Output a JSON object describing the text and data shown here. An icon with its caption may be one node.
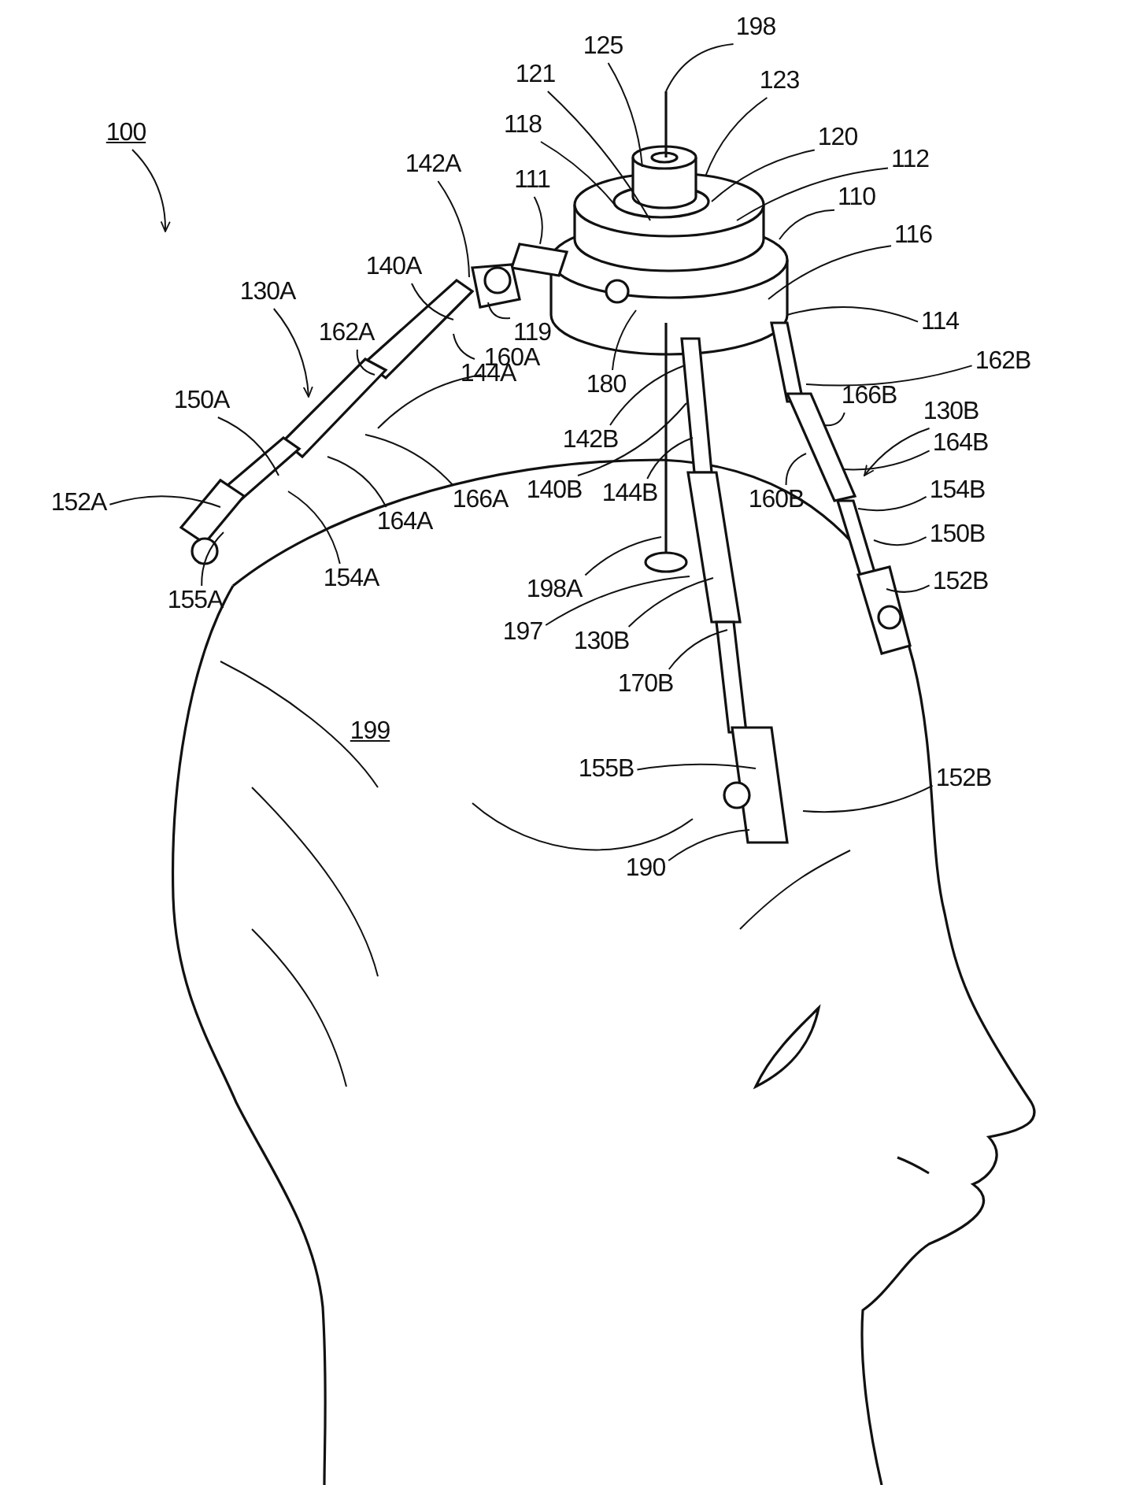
{
  "diagram": {
    "nodes": [
      {
        "text": [
          "100"
        ]
      },
      {
        "text": [
          "198"
        ]
      },
      {
        "text": [
          "125"
        ]
      },
      {
        "text": [
          "121"
        ]
      },
      {
        "text": [
          "123"
        ]
      },
      {
        "text": [
          "118"
        ]
      },
      {
        "text": [
          "120"
        ]
      },
      {
        "text": [
          "112"
        ]
      },
      {
        "text": [
          "111"
        ]
      },
      {
        "text": [
          "110"
        ]
      },
      {
        "text": [
          "142A"
        ]
      },
      {
        "text": [
          "116"
        ]
      },
      {
        "text": [
          "140A"
        ]
      },
      {
        "text": [
          "119"
        ]
      },
      {
        "text": [
          "144A"
        ]
      },
      {
        "text": [
          "180"
        ]
      },
      {
        "text": [
          "114"
        ]
      },
      {
        "text": [
          "130A"
        ]
      },
      {
        "text": [
          "162A"
        ]
      },
      {
        "text": [
          "162B"
        ]
      },
      {
        "text": [
          "160A"
        ]
      },
      {
        "text": [
          "166B"
        ]
      },
      {
        "text": [
          "130B"
        ]
      },
      {
        "text": [
          "142B"
        ]
      },
      {
        "text": [
          "150A"
        ]
      },
      {
        "text": [
          "164B"
        ]
      },
      {
        "text": [
          "166A"
        ]
      },
      {
        "text": [
          "140B"
        ]
      },
      {
        "text": [
          "144B"
        ]
      },
      {
        "text": [
          "160B"
        ]
      },
      {
        "text": [
          "154B"
        ]
      },
      {
        "text": [
          "152A"
        ]
      },
      {
        "text": [
          "164A"
        ]
      },
      {
        "text": [
          "154A"
        ]
      },
      {
        "text": [
          "150B"
        ]
      },
      {
        "text": [
          "198A"
        ]
      },
      {
        "text": [
          "152B"
        ]
      },
      {
        "text": [
          "155A"
        ]
      },
      {
        "text": [
          "197"
        ]
      },
      {
        "text": [
          "130B"
        ]
      },
      {
        "text": [
          "170B"
        ]
      },
      {
        "text": [
          "155B"
        ]
      },
      {
        "text": [
          "152B"
        ]
      },
      {
        "text": [
          "190"
        ]
      }
    ],
    "edges": [
      {
        "from": 0,
        "to": null,
        "arrow": "to"
      },
      {
        "from": 1,
        "to": null,
        "arrow": "none"
      },
      {
        "from": 2,
        "to": null,
        "arrow": "none"
      },
      {
        "from": 3,
        "to": null,
        "arrow": "none"
      },
      {
        "from": 4,
        "to": null,
        "arrow": "none"
      },
      {
        "from": 5,
        "to": null,
        "arrow": "none"
      },
      {
        "from": 6,
        "to": null,
        "arrow": "none"
      },
      {
        "from": 7,
        "to": null,
        "arrow": "none"
      },
      {
        "from": 8,
        "to": null,
        "arrow": "none"
      },
      {
        "from": 9,
        "to": null,
        "arrow": "none"
      },
      {
        "from": 10,
        "to": null,
        "arrow": "none"
      },
      {
        "from": 11,
        "to": null,
        "arrow": "none"
      },
      {
        "from": 12,
        "to": null,
        "arrow": "none"
      },
      {
        "from": 13,
        "to": null,
        "arrow": "none"
      },
      {
        "from": 14,
        "to": null,
        "arrow": "none"
      },
      {
        "from": 15,
        "to": null,
        "arrow": "none"
      },
      {
        "from": 16,
        "to": null,
        "arrow": "none"
      },
      {
        "from": 17,
        "to": null,
        "arrow": "to"
      },
      {
        "from": 18,
        "to": null,
        "arrow": "none"
      },
      {
        "from": 19,
        "to": null,
        "arrow": "none"
      },
      {
        "from": 20,
        "to": null,
        "arrow": "none"
      },
      {
        "from": 21,
        "to": null,
        "arrow": "none"
      },
      {
        "from": 22,
        "to": null,
        "arrow": "to"
      },
      {
        "from": 23,
        "to": null,
        "arrow": "none"
      },
      {
        "from": 24,
        "to": null,
        "arrow": "none"
      },
      {
        "from": 25,
        "to": null,
        "arrow": "none"
      },
      {
        "from": 26,
        "to": null,
        "arrow": "none"
      },
      {
        "from": 27,
        "to": null,
        "arrow": "none"
      },
      {
        "from": 28,
        "to": null,
        "arrow": "none"
      },
      {
        "from": 29,
        "to": null,
        "arrow": "none"
      },
      {
        "from": 30,
        "to": null,
        "arrow": "none"
      },
      {
        "from": 31,
        "to": null,
        "arrow": "none"
      },
      {
        "from": 32,
        "to": null,
        "arrow": "none"
      },
      {
        "from": 33,
        "to": null,
        "arrow": "none"
      },
      {
        "from": 34,
        "to": null,
        "arrow": "none"
      },
      {
        "from": 35,
        "to": null,
        "arrow": "none"
      },
      {
        "from": 36,
        "to": null,
        "arrow": "none"
      },
      {
        "from": 37,
        "to": null,
        "arrow": "none"
      },
      {
        "from": 38,
        "to": null,
        "arrow": "none"
      },
      {
        "from": 39,
        "to": null,
        "arrow": "none"
      },
      {
        "from": 40,
        "to": null,
        "arrow": "none"
      },
      {
        "from": 41,
        "to": null,
        "arrow": "none"
      },
      {
        "from": 42,
        "to": null,
        "arrow": "none"
      },
      {
        "from": 43,
        "to": null,
        "arrow": "none"
      }
    ],
    "labels": [
      "199"
    ]
  }
}
